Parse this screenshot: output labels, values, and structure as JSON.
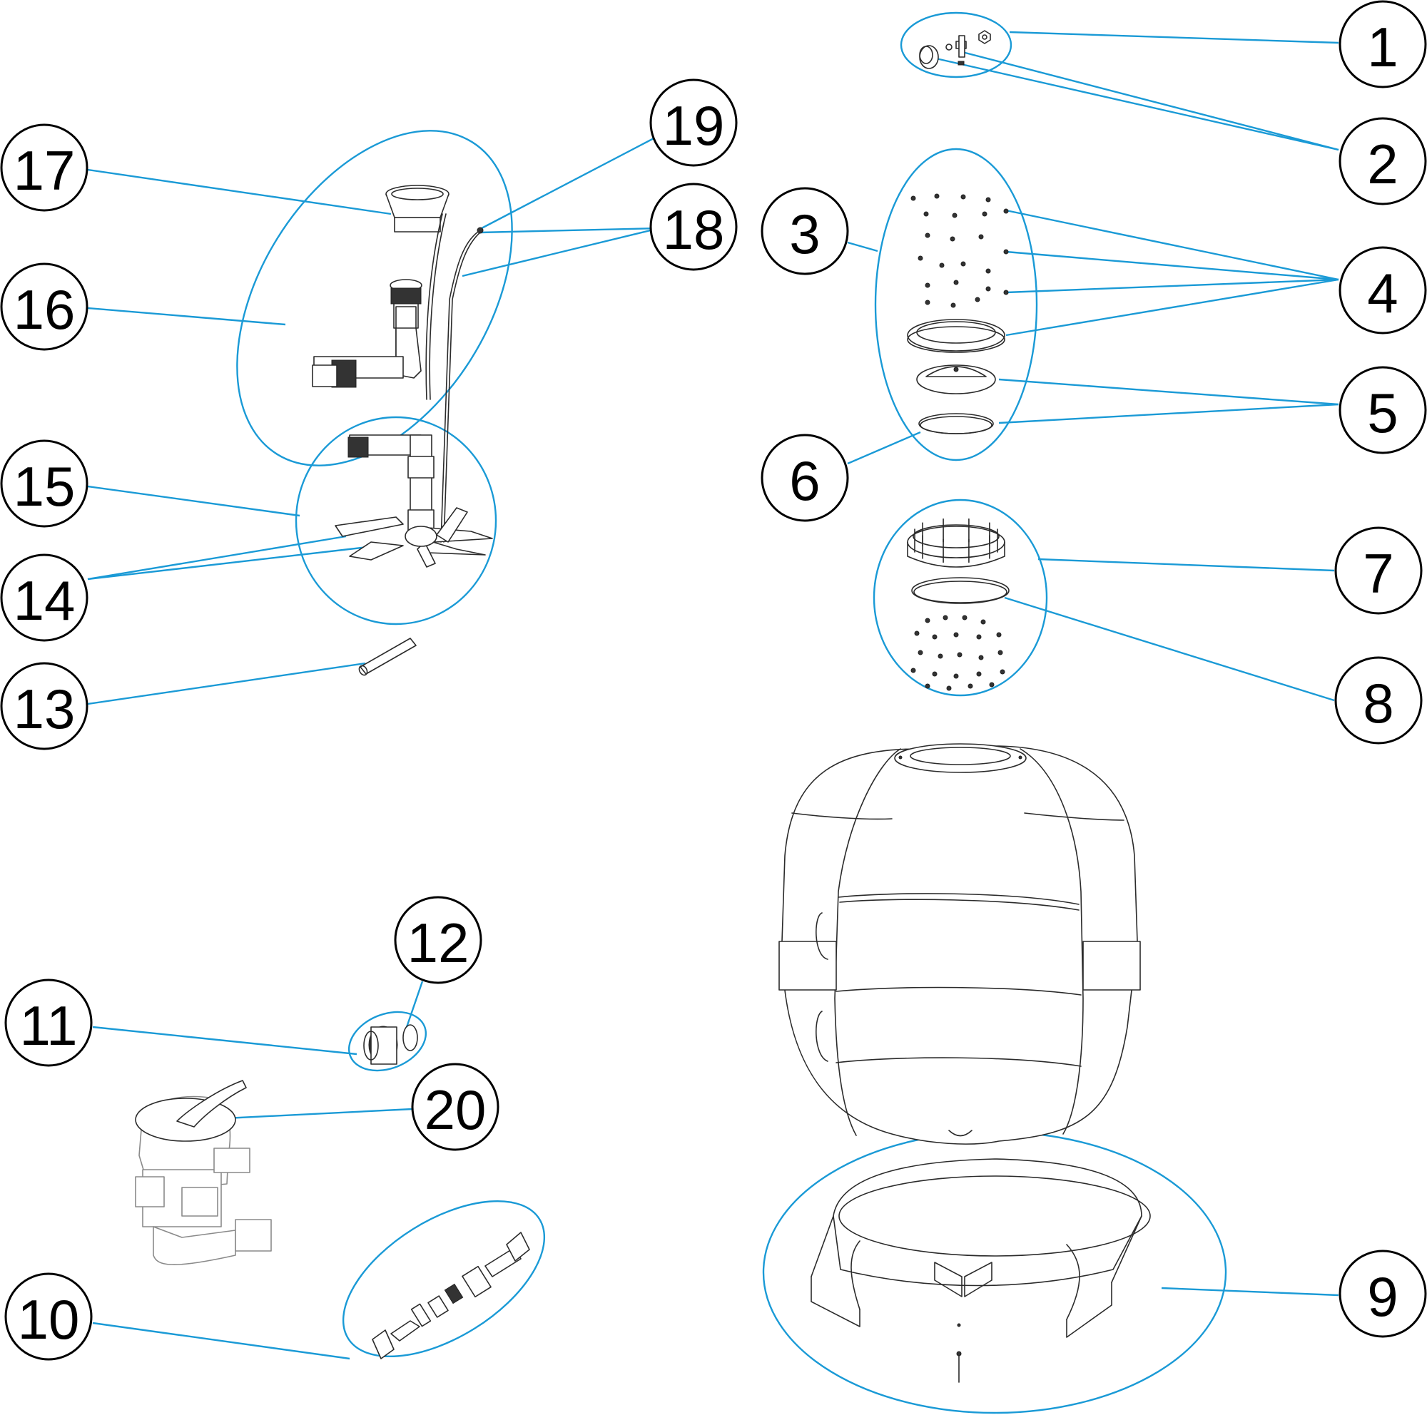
{
  "colors": {
    "leader": "#1a9ad6",
    "outline": "#2b2b2b",
    "text": "#000000"
  },
  "callouts": [
    {
      "label": "1"
    },
    {
      "label": "2"
    },
    {
      "label": "3"
    },
    {
      "label": "4"
    },
    {
      "label": "5"
    },
    {
      "label": "6"
    },
    {
      "label": "7"
    },
    {
      "label": "8"
    },
    {
      "label": "9"
    },
    {
      "label": "10"
    },
    {
      "label": "11"
    },
    {
      "label": "12"
    },
    {
      "label": "13"
    },
    {
      "label": "14"
    },
    {
      "label": "15"
    },
    {
      "label": "16"
    },
    {
      "label": "17"
    },
    {
      "label": "18"
    },
    {
      "label": "19"
    },
    {
      "label": "20"
    }
  ]
}
